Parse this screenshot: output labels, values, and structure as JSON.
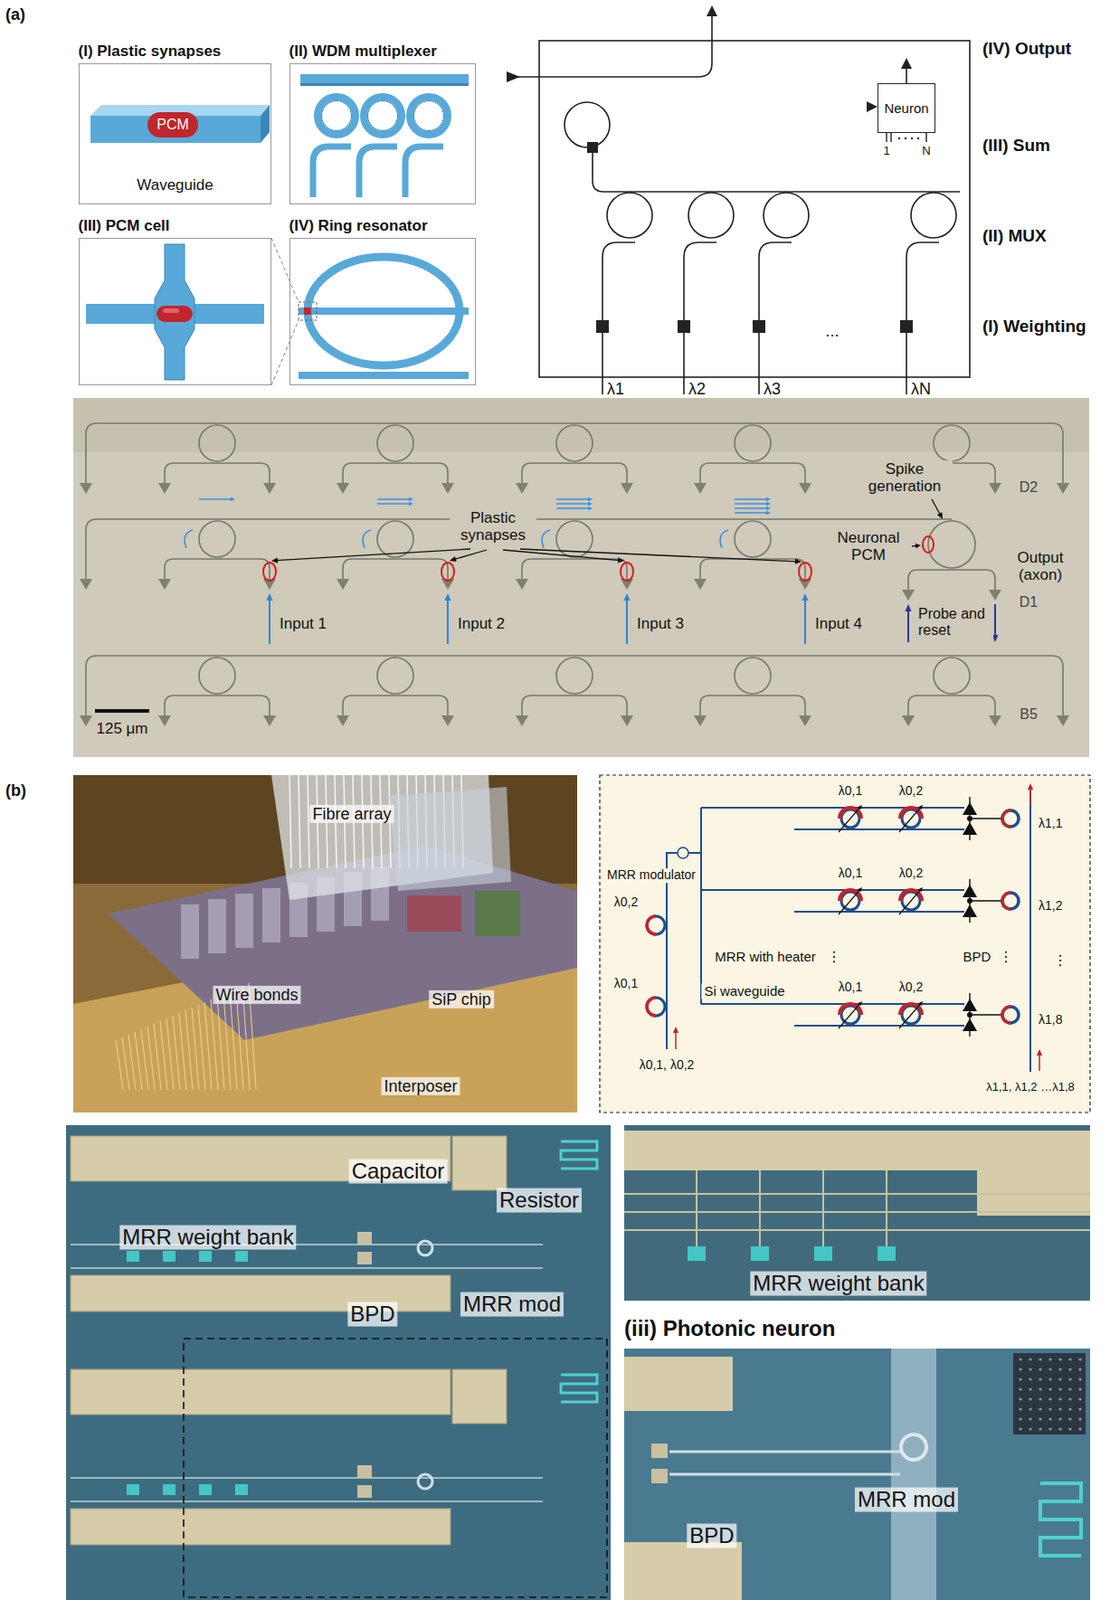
{
  "diagram": {
    "nodes": [
      {
        "text": [
          "(I) Plastic synapses",
          "Waveguide"
        ]
      },
      {
        "text": [
          "PCM"
        ],
        "in": 0
      },
      {
        "text": [
          "(II) WDM multiplexer"
        ]
      },
      {
        "text": [
          "(III) PCM cell"
        ]
      },
      {
        "text": [
          "(IV) Ring resonator"
        ]
      },
      {
        "text": [
          "Neuron"
        ]
      }
    ],
    "labels": [
      "(a)",
      "(IV) Output",
      "(III) Sum",
      "(II) MUX",
      "(I) Weighting",
      "1",
      "N",
      "λ1",
      "λ2",
      "λ3",
      "λN",
      "...",
      "Spike generation",
      "Plastic synapses",
      "Neuronal PCM",
      "Output (axon)",
      "Input 1",
      "Input 2",
      "Input 3",
      "Input 4",
      "Probe and reset",
      "D2",
      "D1",
      "B5",
      "125 μm",
      "(b)",
      "Fibre array",
      "Wire bonds",
      "SiP chip",
      "Interposer",
      "λ0,1",
      "λ0,2",
      "λ1,1",
      "MRR modulator",
      "λ0,2",
      "λ0,1",
      "λ0,2",
      "λ1,2",
      "MRR with heater",
      "BPD",
      "λ0,1",
      "Si waveguide",
      "λ0,1",
      "λ0,2",
      "λ1,8",
      "λ0,1, λ0,2",
      "λ1,1, λ1,2 …λ1,8",
      "⋮",
      "⋮",
      "⋮",
      "Capacitor",
      "Resistor",
      "MRR weight bank",
      "BPD",
      "MRR mod",
      "MRR weight bank",
      "(iii) Photonic neuron",
      "MRR mod",
      "BPD"
    ]
  }
}
